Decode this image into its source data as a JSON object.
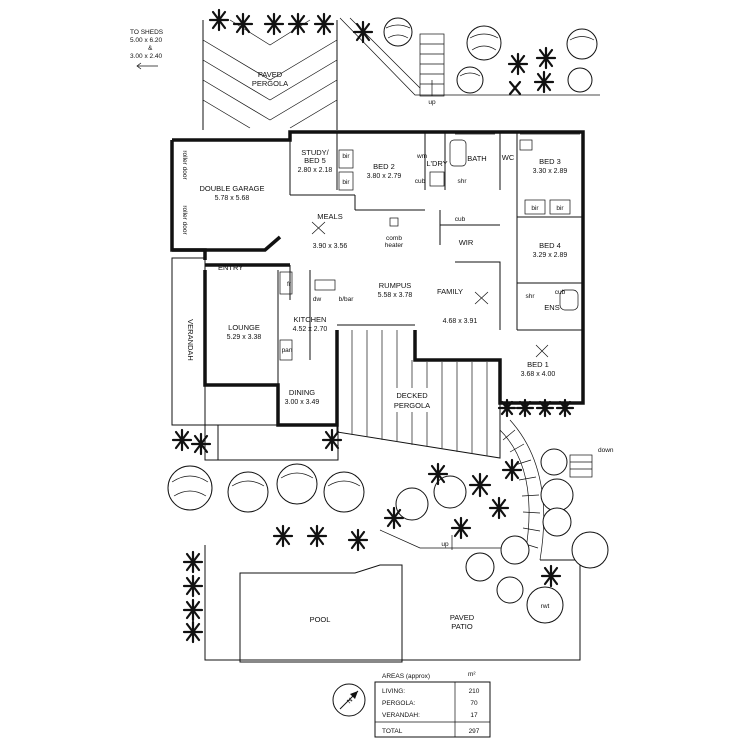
{
  "site": {
    "sheds_note": [
      "TO SHEDS",
      "5.00 x 6.20",
      "&",
      "3.00 x 2.40"
    ],
    "up_top": "up",
    "paved_pergola": [
      "PAVED",
      "PERGOLA"
    ],
    "down_label": "down",
    "up_bottom": "up",
    "rwt": "rwt",
    "pool": "POOL",
    "paved_patio": [
      "PAVED",
      "PATIO"
    ],
    "verandah": "VERANDAH",
    "decked_pergola": [
      "DECKED",
      "PERGOLA"
    ]
  },
  "rooms": {
    "garage": {
      "name": "DOUBLE GARAGE",
      "dims": "5.78 x 5.68"
    },
    "roller_door_1": "roller door",
    "roller_door_2": "roller door",
    "study": {
      "name": "STUDY/",
      "name2": "BED 5",
      "dims": "2.80 x 2.18"
    },
    "bed2": {
      "name": "BED 2",
      "dims": "3.80 x 2.79"
    },
    "bed3": {
      "name": "BED 3",
      "dims": "3.30 x 2.89"
    },
    "bed4": {
      "name": "BED 4",
      "dims": "3.29 x 2.89"
    },
    "bed1": {
      "name": "BED 1",
      "dims": "3.68 x 4.00"
    },
    "meals": {
      "name": "MEALS",
      "dims": "3.90 x 3.56"
    },
    "rumpus": {
      "name": "RUMPUS",
      "dims": "5.58 x 3.78"
    },
    "family": {
      "name": "FAMILY",
      "dims": "4.68 x 3.91"
    },
    "lounge": {
      "name": "LOUNGE",
      "dims": "5.29 x 3.38"
    },
    "kitchen": {
      "name": "KITCHEN",
      "dims": "4.52 x 2.70"
    },
    "dining": {
      "name": "DINING",
      "dims": "3.00 x 3.49"
    },
    "entry": "ENTRY",
    "ldry": "L'DRY",
    "bath": "BATH",
    "wc": "WC",
    "wir": "WIR",
    "ens": "ENS",
    "comb_heater": [
      "comb",
      "heater"
    ],
    "bir": "bir",
    "wm": "wm",
    "cub": "cub",
    "shr": "shr",
    "fr": "fr",
    "pan": "pan",
    "dw": "dw",
    "bar": "b/bar"
  },
  "areas": {
    "title": "AREAS (approx)",
    "unit": "m²",
    "rows": [
      {
        "label": "LIVING:",
        "value": "210"
      },
      {
        "label": "PERGOLA:",
        "value": "70"
      },
      {
        "label": "VERANDAH:",
        "value": "17"
      }
    ],
    "total_label": "TOTAL",
    "total_value": "297"
  },
  "north_label": "N",
  "icons": [
    "tree-icon",
    "palm-icon",
    "north-arrow-icon",
    "arrow-left-icon"
  ]
}
